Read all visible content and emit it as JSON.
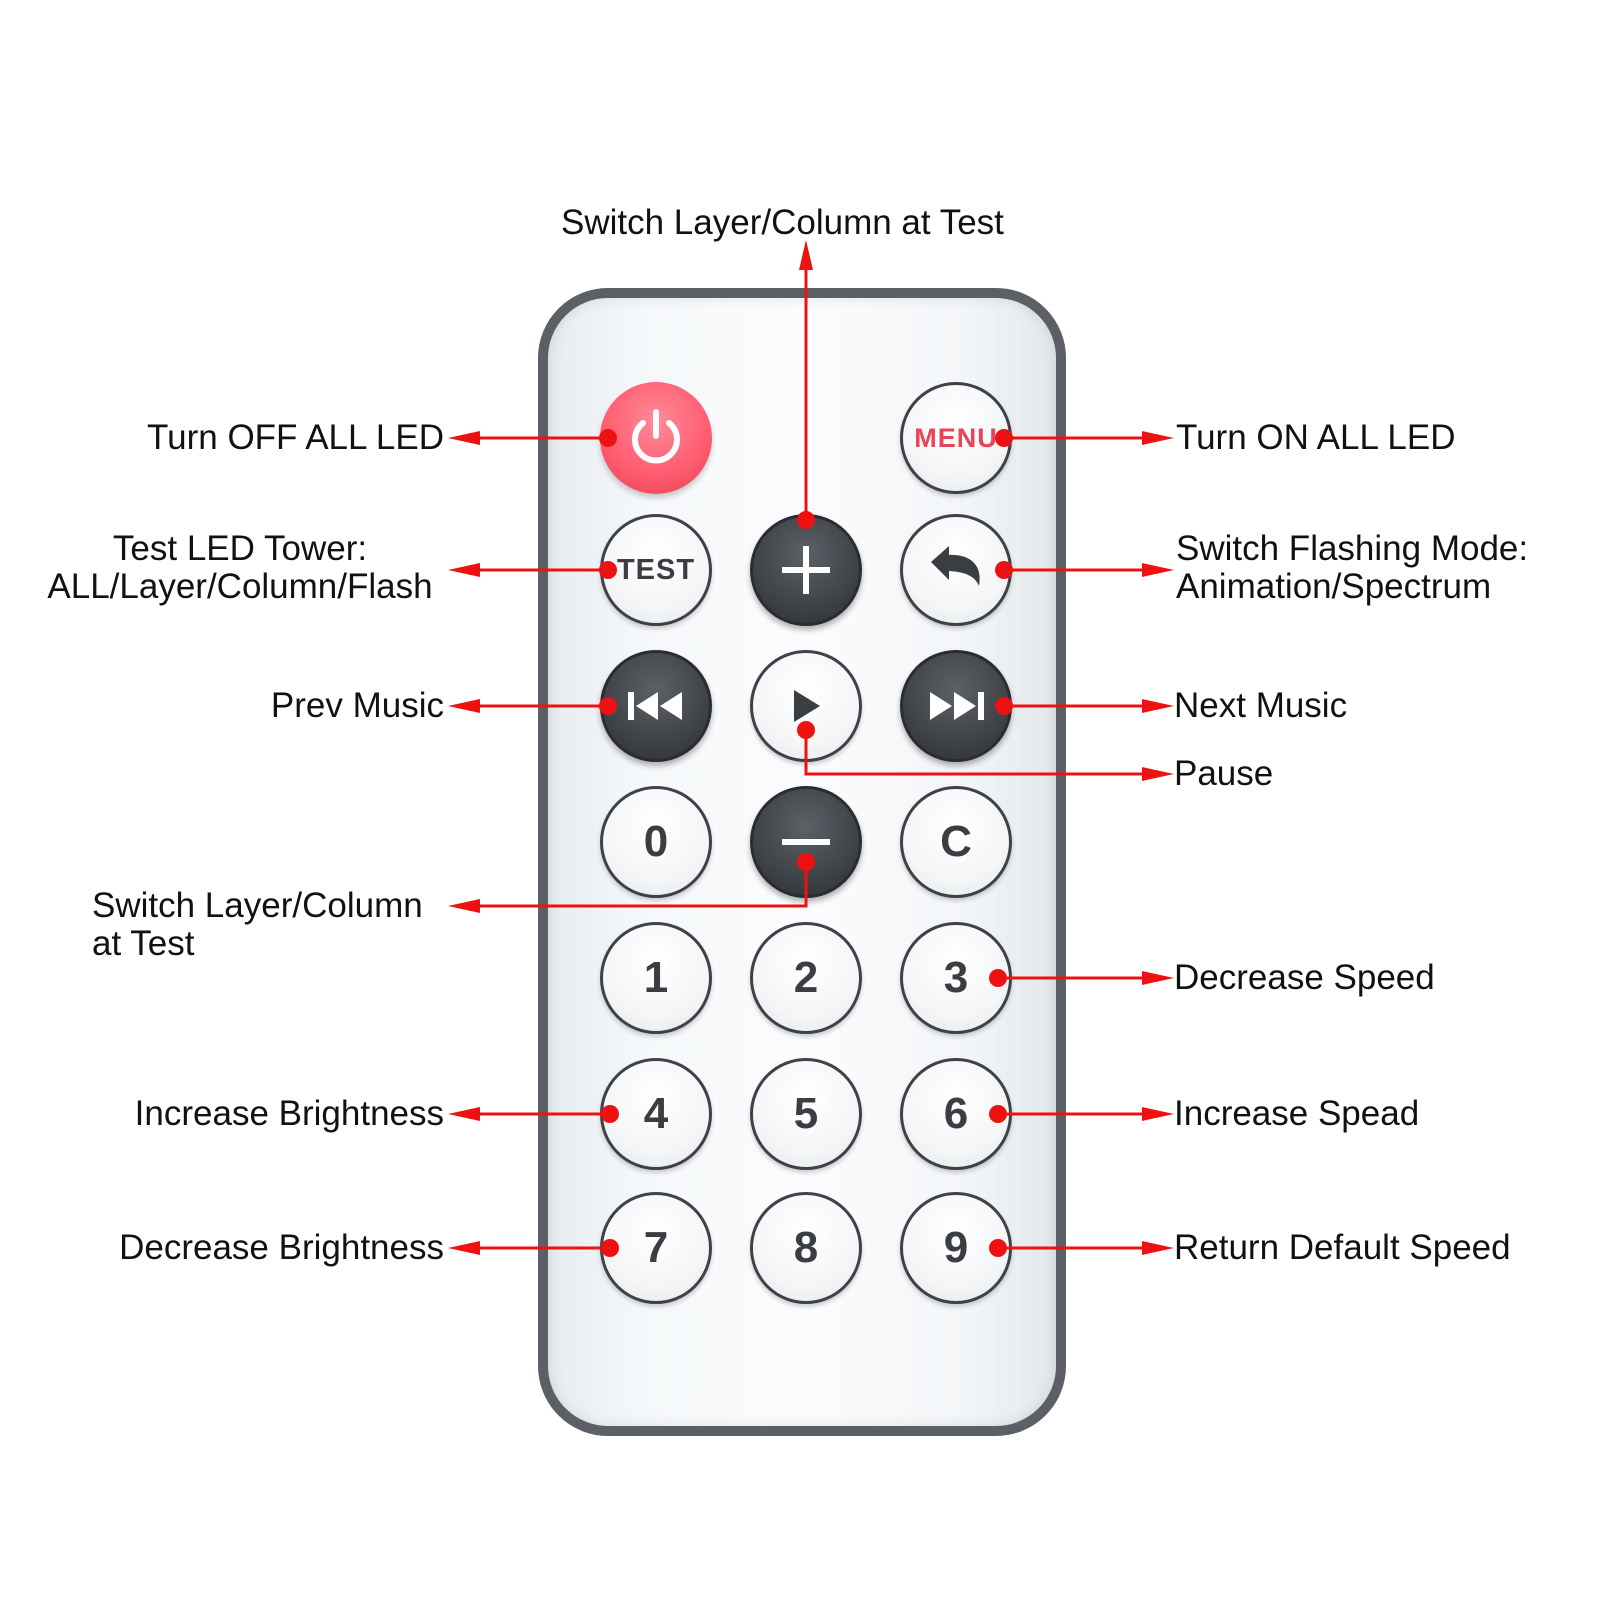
{
  "remote": {
    "buttons": {
      "power": {
        "icon": "power-icon"
      },
      "menu": {
        "label": "MENU"
      },
      "test": {
        "label": "TEST"
      },
      "plus": {
        "icon": "plus-icon"
      },
      "mode": {
        "icon": "return-arrow-icon"
      },
      "prev": {
        "icon": "rewind-icon"
      },
      "play": {
        "icon": "play-icon"
      },
      "next": {
        "icon": "fast-forward-icon"
      },
      "zero": {
        "label": "0"
      },
      "minus": {
        "icon": "minus-icon"
      },
      "clear": {
        "label": "C"
      },
      "one": {
        "label": "1"
      },
      "two": {
        "label": "2"
      },
      "three": {
        "label": "3"
      },
      "four": {
        "label": "4"
      },
      "five": {
        "label": "5"
      },
      "six": {
        "label": "6"
      },
      "seven": {
        "label": "7"
      },
      "eight": {
        "label": "8"
      },
      "nine": {
        "label": "9"
      }
    }
  },
  "callouts": {
    "top": "Switch Layer/Column at Test",
    "power": "Turn OFF ALL LED",
    "menu": "Turn ON ALL LED",
    "test_line1": "Test LED Tower:",
    "test_line2": "ALL/Layer/Column/Flash",
    "mode_line1": "Switch Flashing Mode:",
    "mode_line2": "Animation/Spectrum",
    "prev": "Prev Music",
    "next": "Next Music",
    "pause": "Pause",
    "minus_line1": "Switch Layer/Column",
    "minus_line2": "at Test",
    "three": "Decrease Speed",
    "four": "Increase Brightness",
    "six": "Increase Spead",
    "seven": "Decrease Brightness",
    "nine": "Return Default Speed"
  },
  "colors": {
    "callout_line": "#ee1111",
    "power_button": "#ff5f72",
    "dark_button": "#3d4045",
    "remote_frame": "#5c5f66",
    "menu_text": "#e8455a"
  }
}
